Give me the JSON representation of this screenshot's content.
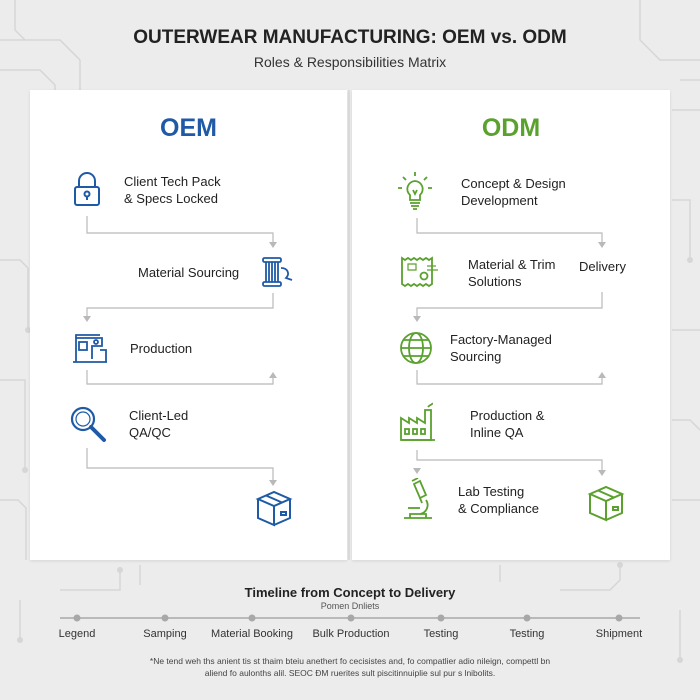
{
  "header": {
    "title": "OUTERWEAR MANUFACTURING: OEM vs. ODM",
    "subtitle": "Roles & Responsibilities Matrix"
  },
  "oem": {
    "heading": "OEM",
    "color": "#1f5aa6",
    "steps": [
      {
        "label": "Client Tech Pack\n& Specs Locked",
        "icon": "padlock-icon"
      },
      {
        "label": "Material Sourcing",
        "icon": "thread-spool-icon"
      },
      {
        "label": "Production",
        "icon": "sewing-machine-icon"
      },
      {
        "label": "Client-Led\nQA/QC",
        "icon": "magnifier-icon"
      },
      {
        "label": "",
        "icon": "box-icon"
      }
    ]
  },
  "odm": {
    "heading": "ODM",
    "color": "#5aa12e",
    "steps": [
      {
        "label": "Concept & Design\nDevelopment",
        "icon": "lightbulb-icon"
      },
      {
        "label": "Material & Trim\nSolutions",
        "icon": "fabric-swatch-icon"
      },
      {
        "label": "Delivery",
        "icon": ""
      },
      {
        "label": "Factory-Managed\nSourcing",
        "icon": "globe-icon"
      },
      {
        "label": "Production &\nInline QA",
        "icon": "factory-icon"
      },
      {
        "label": "Lab Testing\n& Compliance",
        "icon": "microscope-icon"
      },
      {
        "label": "",
        "icon": "box-icon"
      }
    ]
  },
  "timeline": {
    "title": "Timeline from Concept to Delivery",
    "subtitle": "Pomen Dnliets",
    "stages": [
      "Legend",
      "Samping",
      "Material Booking",
      "Bulk Production",
      "Testing",
      "Testing",
      "Shipment"
    ]
  },
  "footnote": {
    "line1": "*Ne tend weh ths anient tis st thaim bteiu anethert fo cecisistes and, fo compatlier adio nileign, compettl bn",
    "line2": "aliend fo aulonths alil. SEOC ÐM ruerites sult piscitinnuiplie sul pur s lnibolits."
  }
}
